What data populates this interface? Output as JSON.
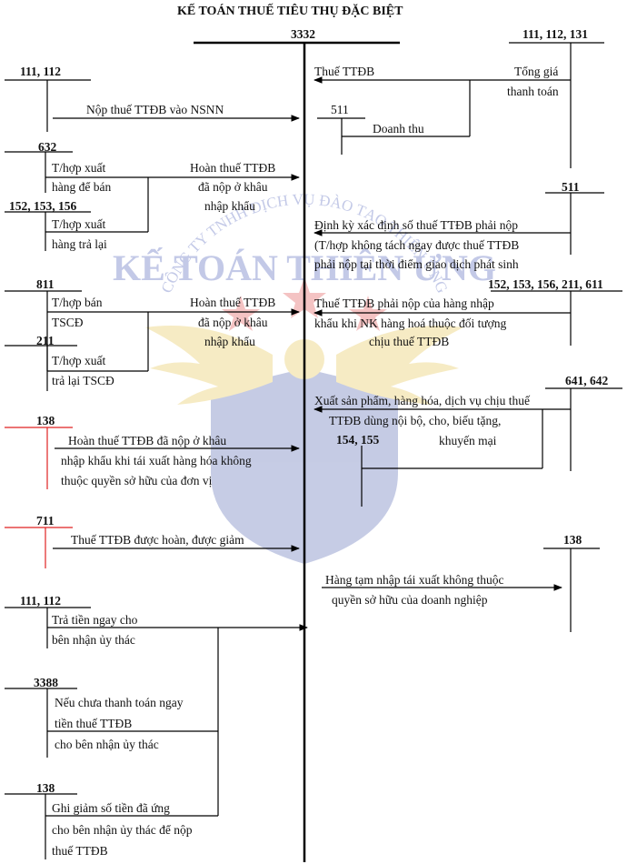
{
  "title": "KẾ TOÁN THUẾ TIÊU THỤ ĐẶC BIỆT",
  "accounts": {
    "center": "3332",
    "a111_112_131": "111, 112, 131",
    "a111_112_top": "111, 112",
    "a511_small": "511",
    "a632": "632",
    "a152_153_156": "152, 153, 156",
    "a511_right": "511",
    "a811": "811",
    "a152_153_156_211_611": "152, 153, 156, 211, 611",
    "a211": "211",
    "a641_642": "641, 642",
    "a138_left": "138",
    "a154_155": "154, 155",
    "a711": "711",
    "a138_right": "138",
    "a111_112_bottom": "111, 112",
    "a3388": "3388",
    "a138_bottom": "138"
  },
  "labels": {
    "thue_ttdb": "Thuế TTĐB",
    "tong_gia": "Tổng giá",
    "thanh_toan": "thanh toán",
    "nop_thue": "Nộp thuế TTĐB vào NSNN",
    "doanh_thu": "Doanh thu",
    "thop_xuat_1": "T/hợp xuất",
    "hang_de_ban": "hàng để bán",
    "hoan_thue_1": "Hoàn thuế TTĐB",
    "da_nop_1": "đã nộp ở khâu",
    "nhap_khau_1": "nhập khẩu",
    "thop_xuat_2": "T/hợp xuất",
    "hang_tra_lai": "hàng trả lại",
    "dinh_ky_1": "Định kỳ xác định số thuế TTĐB phải nộp",
    "dinh_ky_2": "(T/hợp không tách ngay được thuế TTĐB",
    "dinh_ky_3": "phải nộp tại thời điểm giao dịch phát sinh",
    "thop_ban": "T/hợp bán",
    "tscd_1": "TSCĐ",
    "hoan_thue_2": "Hoàn thuế TTĐB",
    "da_nop_2": "đã nộp ở khâu",
    "nhap_khau_2": "nhập khẩu",
    "phai_nop_1": "Thuế TTĐB phải nộp của hàng nhập",
    "phai_nop_2": "khẩu khi NK hàng hoá thuộc đối tượng",
    "phai_nop_3": "chịu thuế TTĐB",
    "thop_xuat_3": "T/hợp xuất",
    "tra_lai_tscd": "trả lại TSCĐ",
    "xuat_sp_1": "Xuất sản phẩm, hàng hóa, dịch vụ chịu thuế",
    "xuat_sp_2": "TTĐB dùng nội bộ, cho, biếu tặng,",
    "xuat_sp_3": "khuyến mại",
    "hoan_tx_1": "Hoàn thuế TTĐB đã nộp ở khâu",
    "hoan_tx_2": "nhập khẩu khi tái xuất hàng hóa không",
    "hoan_tx_3": "thuộc quyền sở hữu của đơn vị",
    "duoc_hoan": "Thuế TTĐB được hoàn, được giảm",
    "tam_nhap_1": "Hàng tạm nhập tái xuất không thuộc",
    "tam_nhap_2": "quyền sở hữu của doanh nghiệp",
    "tra_tien_1": "Trả tiền ngay cho",
    "tra_tien_2": "bên nhận ủy thác",
    "chua_tt_1": "Nếu chưa thanh toán ngay",
    "chua_tt_2": "tiền thuế TTĐB",
    "chua_tt_3": "cho bên nhận ủy thác",
    "ghi_giam_1": "Ghi giảm số tiền đã ứng",
    "ghi_giam_2": "cho bên nhận ủy thác để nộp",
    "ghi_giam_3": "thuế TTĐB"
  },
  "watermark": {
    "arc_text": "CÔNG TY TNHH DỊCH VỤ ĐÀO TẠO THIÊN ƯNG",
    "main_text": "KẾ TOÁN THIÊN ƯNG",
    "colors": {
      "text": "#9aa6dd",
      "star": "#e05555",
      "wing": "#e8c85a",
      "shield": "#5b6db5"
    }
  },
  "colors": {
    "line": "#000000",
    "red_line": "#e02020"
  }
}
